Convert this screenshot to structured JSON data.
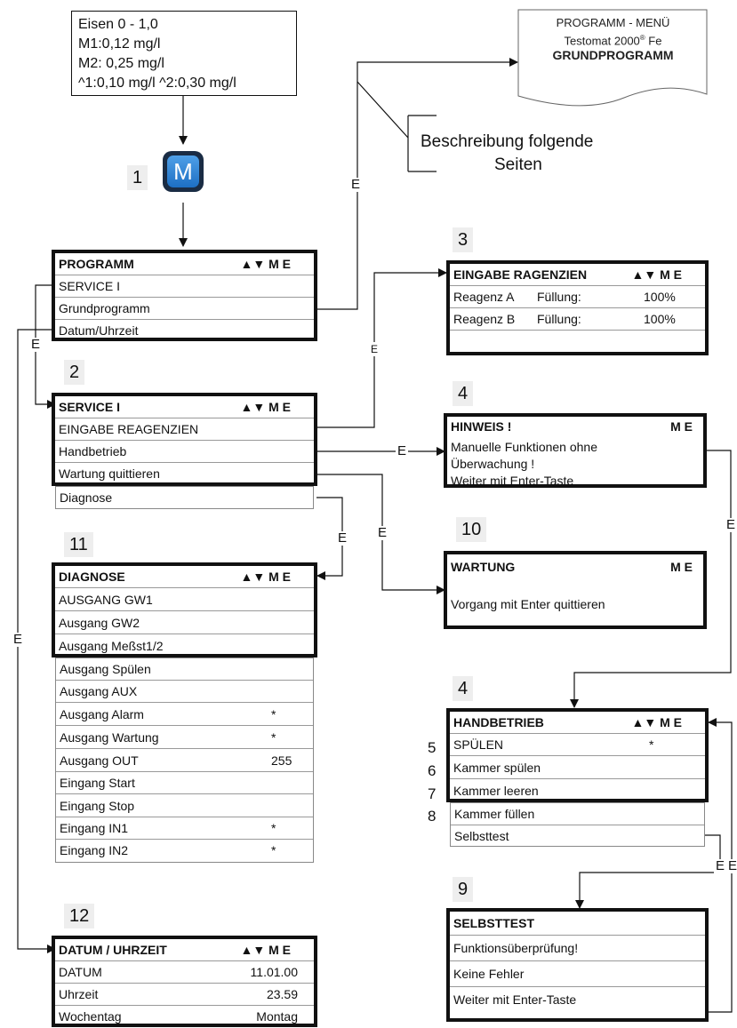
{
  "info_box": {
    "line1": "Eisen 0 - 1,0",
    "line2": "M1:0,12 mg/l",
    "line3": "M2: 0,25 mg/l",
    "line4": "^1:0,10 mg/l  ^2:0,30 mg/l"
  },
  "m_button": {
    "label": "M",
    "step": "1"
  },
  "menu_note": {
    "line1": "PROGRAMM - MENÜ",
    "line2a": "Testomat 2000",
    "line2sup": "®",
    "line2b": " Fe",
    "line3": "GRUNDPROGRAMM"
  },
  "description": {
    "line1": "Beschreibung folgende",
    "line2": "Seiten"
  },
  "edge_label": "E",
  "nav": "▲▼ M E",
  "nav_me": "M E",
  "programm": {
    "title": "PROGRAMM",
    "items": [
      "SERVICE  I",
      "Grundprogramm",
      "Datum/Uhrzeit"
    ]
  },
  "service": {
    "step": "2",
    "title": "SERVICE  I",
    "items": [
      "EINGABE REAGENZIEN",
      "Handbetrieb",
      "Wartung quittieren"
    ],
    "extra": "Diagnose"
  },
  "eingabe": {
    "step": "3",
    "title": "EINGABE RAGENZIEN",
    "rows": [
      {
        "name": "Reagenz A",
        "label": "Füllung:",
        "value": "100%"
      },
      {
        "name": "Reagenz B",
        "label": "Füllung:",
        "value": "100%"
      }
    ]
  },
  "hinweis": {
    "step": "4",
    "title": "HINWEIS !",
    "lines": [
      "Manuelle Funktionen ohne",
      "Überwachung !",
      "Weiter mit Enter-Taste"
    ]
  },
  "wartung": {
    "step": "10",
    "title": "WARTUNG",
    "text": "Vorgang mit Enter quittieren"
  },
  "diagnose": {
    "step": "11",
    "title": "DIAGNOSE",
    "items": [
      {
        "label": "AUSGANG GW1",
        "value": ""
      },
      {
        "label": "Ausgang GW2",
        "value": ""
      },
      {
        "label": "Ausgang Meßst1/2",
        "value": ""
      }
    ],
    "extra": [
      {
        "label": "Ausgang Spülen",
        "value": ""
      },
      {
        "label": "Ausgang AUX",
        "value": ""
      },
      {
        "label": "Ausgang Alarm",
        "value": "*"
      },
      {
        "label": "Ausgang Wartung",
        "value": "*"
      },
      {
        "label": "Ausgang OUT",
        "value": "255"
      },
      {
        "label": "Eingang Start",
        "value": ""
      },
      {
        "label": "Eingang Stop",
        "value": ""
      },
      {
        "label": "Eingang IN1",
        "value": "*"
      },
      {
        "label": "Eingang IN2",
        "value": "*"
      }
    ]
  },
  "handbetrieb": {
    "step": "4",
    "title": "HANDBETRIEB",
    "items": [
      {
        "label": "SPÜLEN",
        "value": "*",
        "step": "5"
      },
      {
        "label": "Kammer spülen",
        "value": "",
        "step": "6"
      },
      {
        "label": "Kammer leeren",
        "value": "",
        "step": "7"
      }
    ],
    "extra": [
      {
        "label": "Kammer füllen",
        "step": "8"
      },
      {
        "label": "Selbsttest",
        "step": ""
      }
    ]
  },
  "selbsttest": {
    "step": "9",
    "title": "SELBSTTEST",
    "items": [
      "Funktionsüberprüfung!",
      "Keine Fehler",
      "Weiter mit Enter-Taste"
    ]
  },
  "datum": {
    "step": "12",
    "title": "DATUM / UHRZEIT",
    "rows": [
      {
        "label": "DATUM",
        "value": "11.01.00"
      },
      {
        "label": "Uhrzeit",
        "value": "23.59"
      },
      {
        "label": "Wochentag",
        "value": "Montag"
      }
    ]
  }
}
